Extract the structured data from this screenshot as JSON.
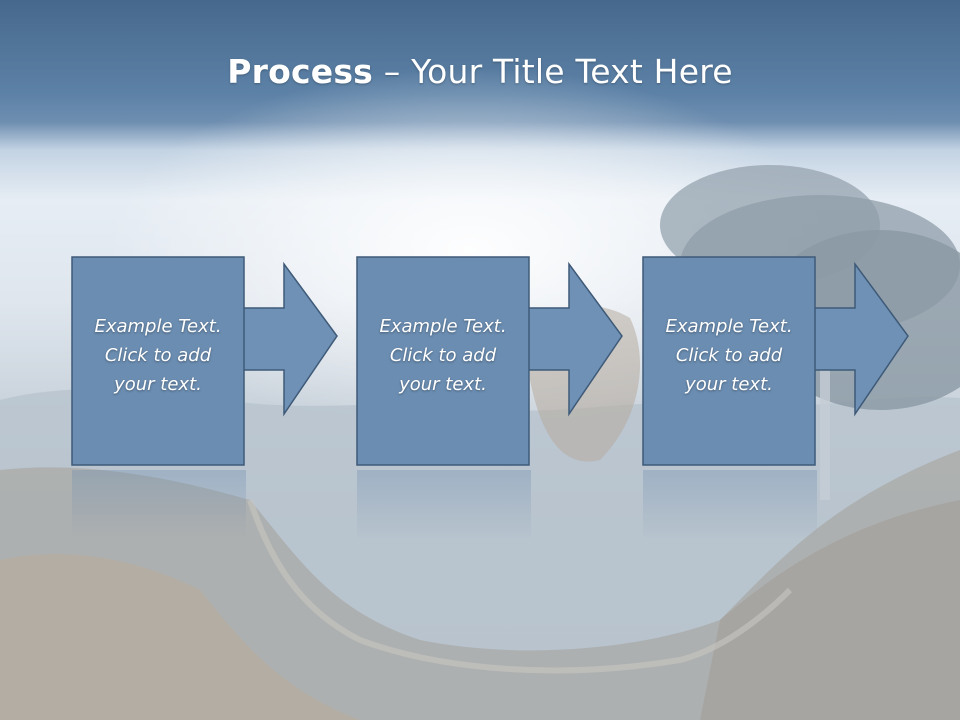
{
  "title": {
    "bold": "Process",
    "rest": " – Your Title Text Here"
  },
  "steps": [
    {
      "line1": "Example Text.",
      "line2": "Click  to add",
      "line3": "your text."
    },
    {
      "line1": "Example Text.",
      "line2": "Click  to add",
      "line3": "your text."
    },
    {
      "line1": "Example Text.",
      "line2": "Click  to add",
      "line3": "your text."
    }
  ],
  "colors": {
    "box_fill": "#6b8db1",
    "box_stroke": "#3e5a78",
    "arrow_fill": "#6f91b5",
    "title_band": "#4d7196"
  }
}
